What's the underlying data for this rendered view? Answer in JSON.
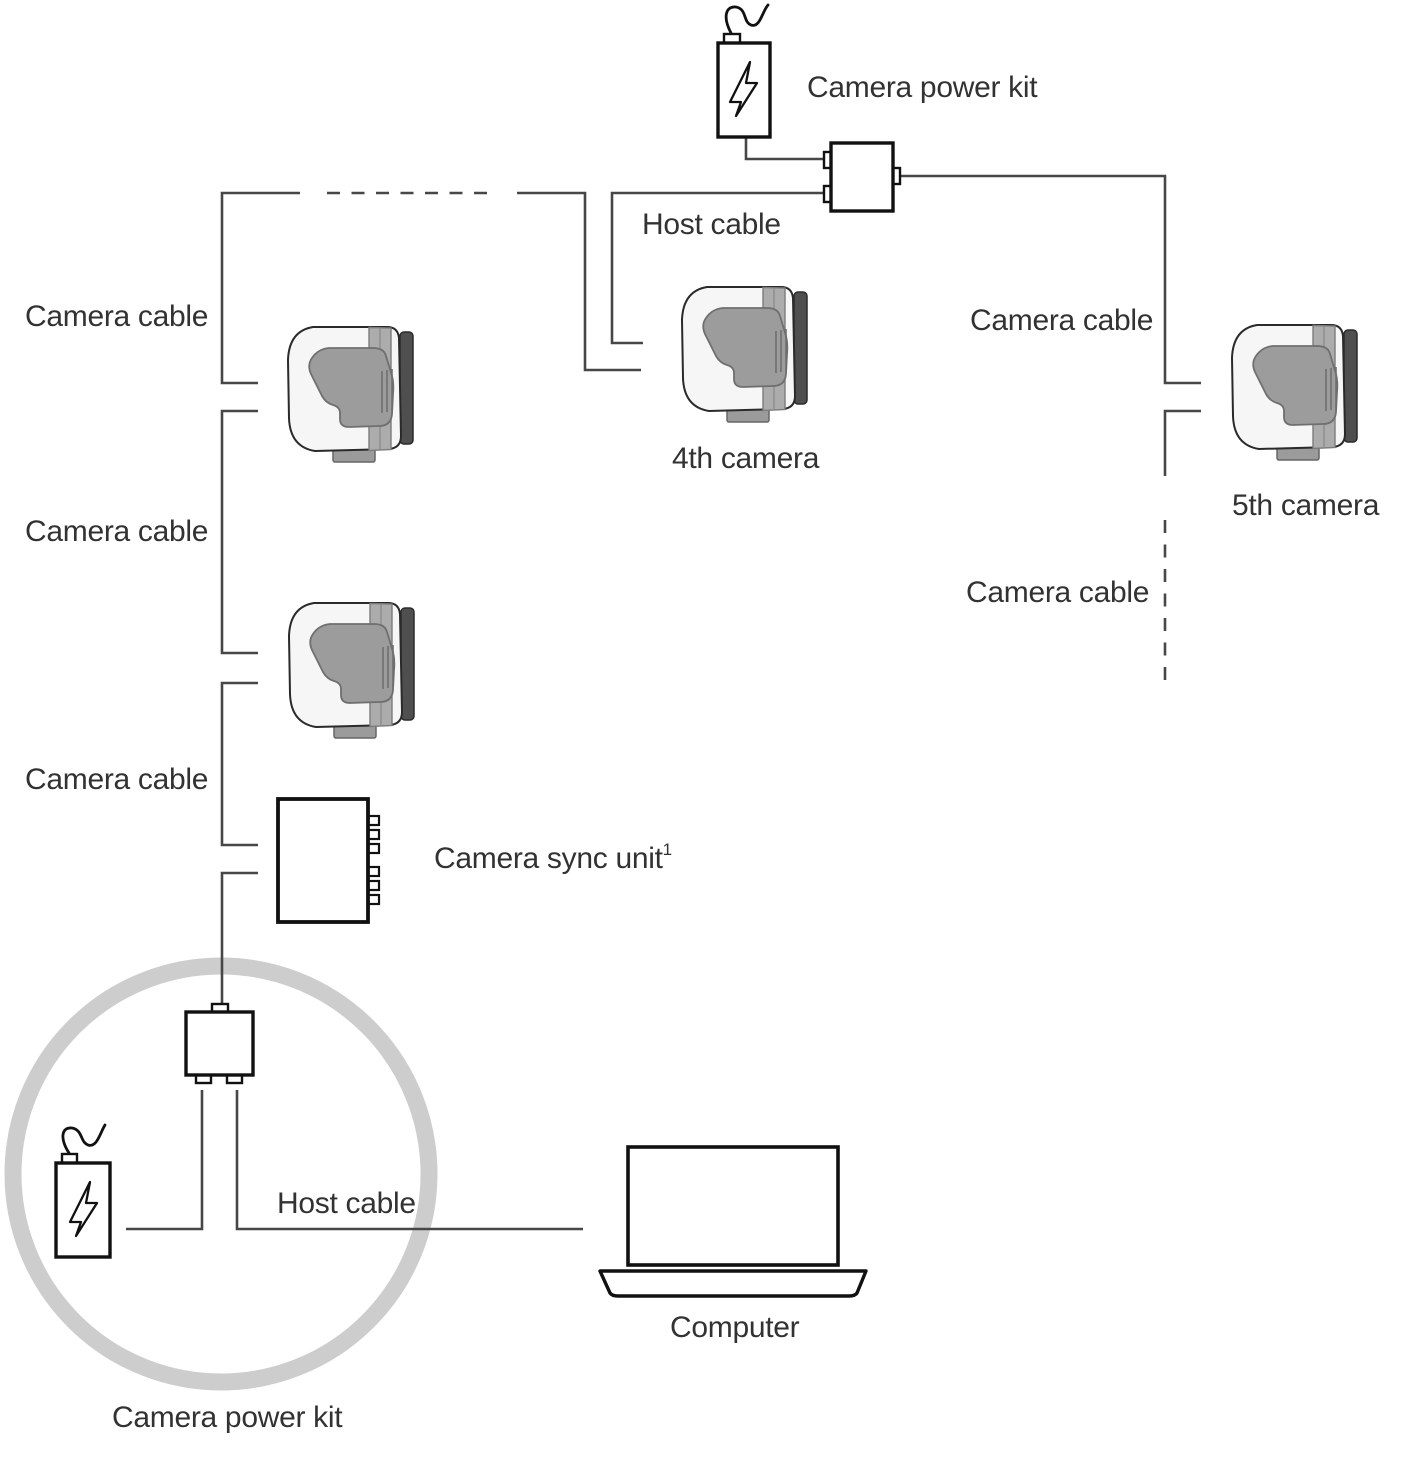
{
  "labels": {
    "camera_power_kit_top": "Camera power kit",
    "host_cable_top": "Host cable",
    "camera_cable_left_1": "Camera cable",
    "camera_cable_left_2": "Camera cable",
    "camera_cable_left_3": "Camera cable",
    "camera_cable_right_1": "Camera cable",
    "camera_cable_right_2": "Camera cable",
    "fourth_camera": "4th camera",
    "fifth_camera": "5th camera",
    "camera_sync_unit": "Camera sync unit",
    "camera_sync_unit_footnote": "1",
    "host_cable_bottom": "Host cable",
    "computer": "Computer",
    "camera_power_kit_bottom": "Camera power kit"
  },
  "colors": {
    "cable": "#474747",
    "device_outline": "#111111",
    "camera_body": "#f6f6f6",
    "camera_lens_gray": "#9c9c9c",
    "camera_side_dark": "#4f4f4f",
    "highlight_circle": "#cdcdcd",
    "label_text": "#323232",
    "background": "#ffffff"
  }
}
